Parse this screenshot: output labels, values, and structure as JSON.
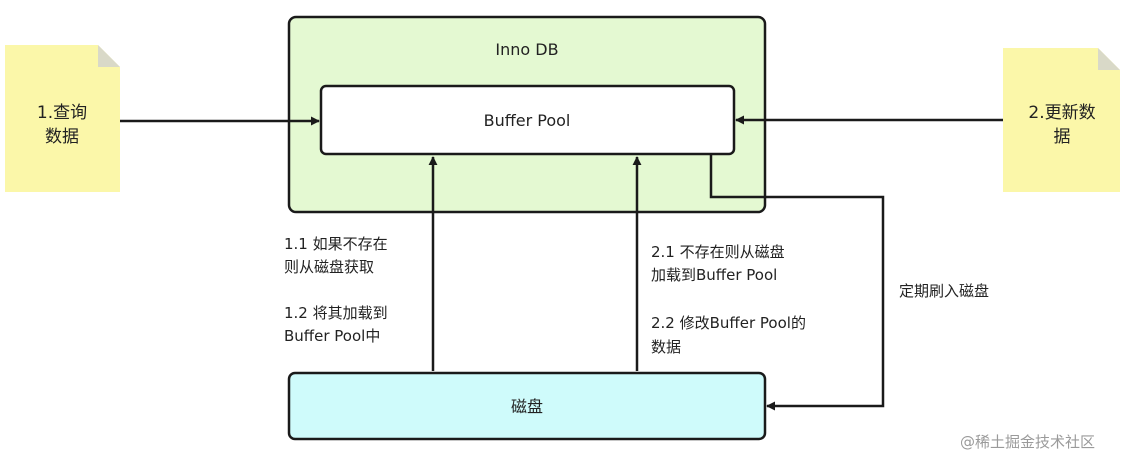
{
  "innodb": {
    "title": "Inno DB"
  },
  "buffer_pool": {
    "label": "Buffer Pool"
  },
  "disk": {
    "label": "磁盘"
  },
  "query_note": {
    "lines": [
      "1.查询",
      "数据"
    ]
  },
  "update_note": {
    "lines": [
      "2.更新数",
      "据"
    ]
  },
  "left_annotation": {
    "step1": [
      "1.1 如果不存在",
      "则从磁盘获取"
    ],
    "step2": [
      "1.2 将其加载到",
      "Buffer Pool中"
    ]
  },
  "right_annotation": {
    "step1": [
      "2.1 不存在则从磁盘",
      "加载到Buffer Pool"
    ],
    "step2": [
      "2.2 修改Buffer Pool的",
      "数据"
    ]
  },
  "flush_label": "定期刷入磁盘",
  "watermark": "@稀土掘金技术社区",
  "colors": {
    "innodb_fill": "#e4f9d2",
    "disk_fill": "#cffbfb",
    "note_fill": "#fbf7a9",
    "note_fold": "#d9d9c8",
    "line": "#1a1a1a"
  }
}
